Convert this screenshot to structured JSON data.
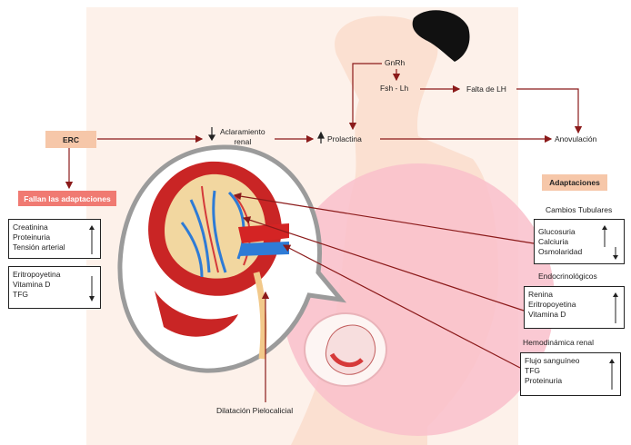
{
  "labels": {
    "gnrh": "GnRh",
    "fsh_lh": "Fsh - Lh",
    "falta_lh": "Falta de LH",
    "aclaramiento": "Aclaramiento\nrenal",
    "prolactina": "Prolactina",
    "anovulacion": "Anovulación",
    "erc": "ERC",
    "fallan": "Fallan las adaptaciones",
    "adaptaciones": "Adaptaciones",
    "cambios_tubulares": "Cambios Tubulares",
    "endocrinologicos": "Endocrinológicos",
    "hemodinamica": "Hemodinámica renal",
    "dilatacion": "Dilatación Pielocalicial"
  },
  "boxes": {
    "erc_up": [
      "Creatinina",
      "Proteinuria",
      "Tensión arterial"
    ],
    "erc_down": [
      "Eritropoyetina",
      "Vitamina D",
      "TFG"
    ],
    "tubulares": [
      "Glucosuria",
      "Calciuria",
      "Osmolaridad"
    ],
    "endocrino": [
      "Renina",
      "Eritropoyetina",
      "Vitamina D"
    ],
    "hemodinamica": [
      "Flujo sanguíneo",
      "TFG",
      "Proteinuria"
    ]
  },
  "colors": {
    "arrow": "#8b1a1a",
    "erc_fill": "#f6c7a9",
    "fallan_fill": "#f07a72",
    "adaptaciones_fill": "#f6c7a9",
    "skin": "#fbe3d3",
    "belly": "#f9b9c4"
  },
  "icons": {
    "up": "up-arrow-icon",
    "down": "down-arrow-icon"
  }
}
